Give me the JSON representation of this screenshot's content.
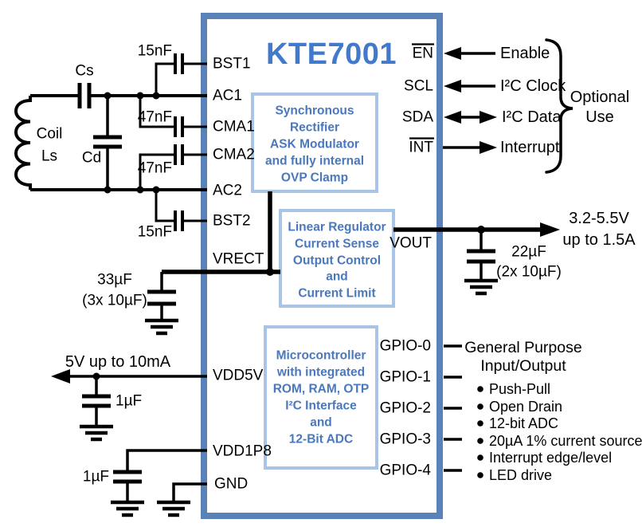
{
  "colors": {
    "chip_border": "#5a81b8",
    "block_border": "#a8c5e8",
    "block_text": "#4a78bc",
    "title_text": "#4179cc",
    "wire": "#000000"
  },
  "chip": {
    "title": "KTE7001",
    "left_pins": {
      "bst1": "BST1",
      "ac1": "AC1",
      "cma1": "CMA1",
      "cma2": "CMA2",
      "ac2": "AC2",
      "bst2": "BST2",
      "vrect": "VRECT",
      "vdd5v": "VDD5V",
      "vdd1p8": "VDD1P8",
      "gnd": "GND"
    },
    "right_pins": {
      "en": "EN",
      "scl": "SCL",
      "sda": "SDA",
      "int": "INT",
      "vout": "VOUT",
      "gpio0": "GPIO-0",
      "gpio1": "GPIO-1",
      "gpio2": "GPIO-2",
      "gpio3": "GPIO-3",
      "gpio4": "GPIO-4"
    },
    "blocks": {
      "rectifier": {
        "line1": "Synchronous",
        "line2": "Rectifier",
        "line3": "ASK Modulator",
        "line4": "and fully internal",
        "line5": "OVP Clamp"
      },
      "regulator": {
        "line1": "Linear Regulator",
        "line2": "Current Sense",
        "line3": "Output Control",
        "line4": "and",
        "line5": "Current Limit"
      },
      "mcu": {
        "line1": "Microcontroller",
        "line2": "with integrated",
        "line3": "ROM, RAM, OTP",
        "line4": "I²C Interface",
        "line5": "and",
        "line6": "12-Bit ADC"
      }
    }
  },
  "front_end": {
    "coil_line1": "Coil",
    "coil_line2": "Ls",
    "cs_label": "Cs",
    "cd_label": "Cd",
    "bst1_cap": "15nF",
    "cma1_cap": "47nF",
    "cma2_cap": "47nF",
    "bst2_cap": "15nF"
  },
  "vrect_net": {
    "cap_value": "33µF",
    "cap_note": "(3x 10µF)"
  },
  "vout_net": {
    "cap_value": "22µF",
    "cap_note": "(2x 10µF)",
    "rating_line1": "3.2-5.5V",
    "rating_line2": "up to 1.5A"
  },
  "vdd5v_net": {
    "rating": "5V up to 10mA",
    "cap_value": "1µF"
  },
  "vdd1p8_net": {
    "cap_value": "1µF"
  },
  "control_signals": {
    "enable": "Enable",
    "i2c_clock": "I²C Clock",
    "i2c_data": "I²C Data",
    "interrupt": "Interrupt",
    "optional_line1": "Optional",
    "optional_line2": "Use"
  },
  "gpio": {
    "title_line1": "General Purpose",
    "title_line2": "Input/Output",
    "features": [
      "Push-Pull",
      "Open Drain",
      "12-bit ADC",
      "20µA 1% current source",
      "Interrupt edge/level",
      "LED drive"
    ]
  }
}
